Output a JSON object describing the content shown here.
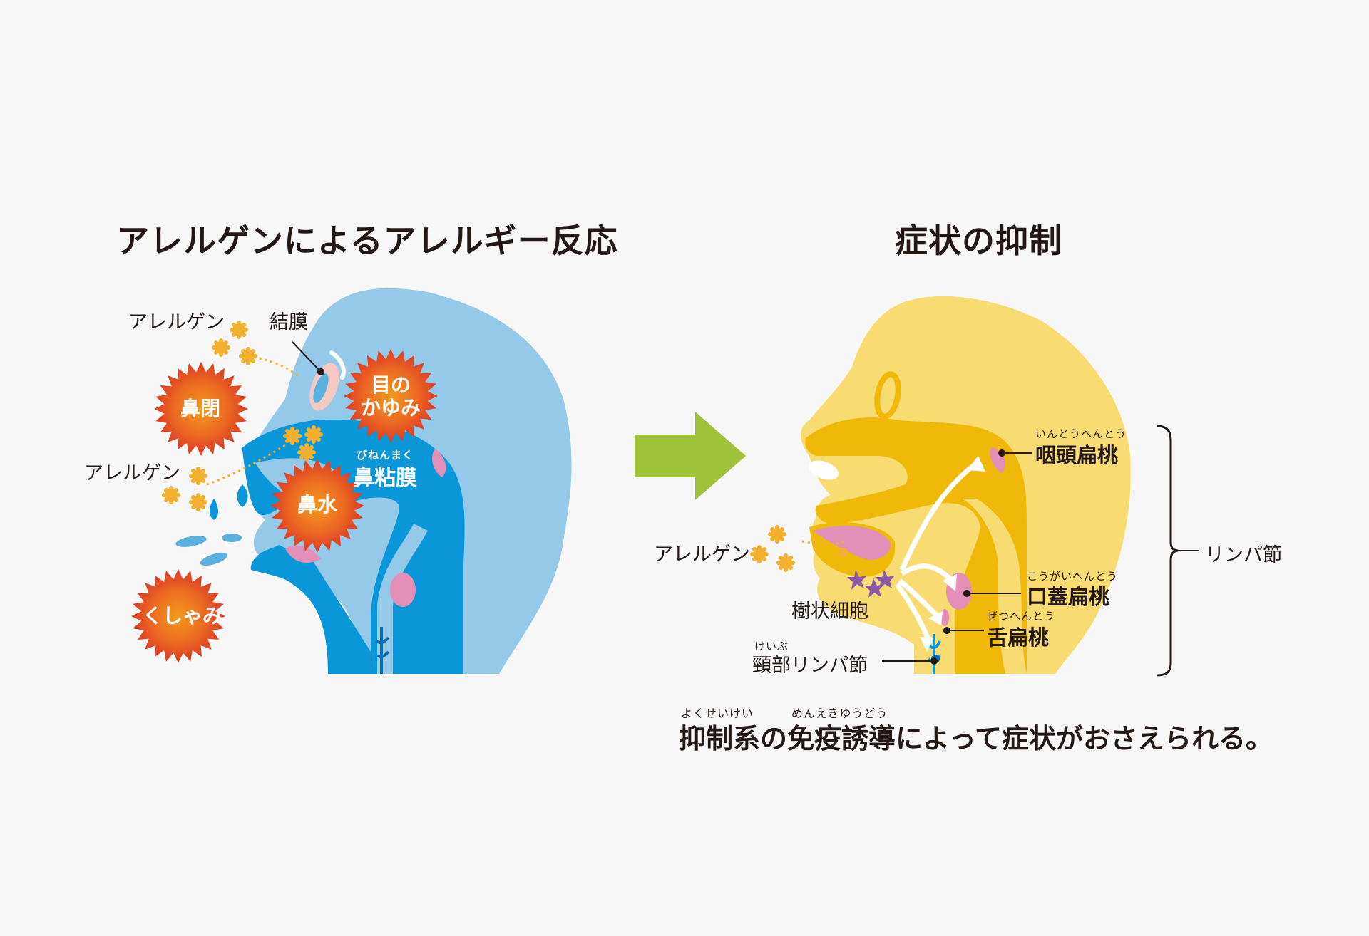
{
  "left": {
    "title": "アレルゲンによるアレルギー反応",
    "labels": {
      "allergen_top": "アレルゲン",
      "allergen_mid": "アレルゲン",
      "conjunctiva": "結膜",
      "nasal_mucosa": "鼻粘膜",
      "nasal_mucosa_ruby": "びねんまく"
    },
    "symptoms": {
      "congestion": "鼻閉",
      "itchy_eyes_1": "目の",
      "itchy_eyes_2": "かゆみ",
      "runny_nose": "鼻水",
      "sneeze": "くしゃみ"
    }
  },
  "right": {
    "title": "症状の抑制",
    "labels": {
      "allergen": "アレルゲン",
      "dendritic": "樹状細胞",
      "pharyngeal": "咽頭扁桃",
      "pharyngeal_ruby": "いんとうへんとう",
      "palatine": "口蓋扁桃",
      "palatine_ruby": "こうがいへんとう",
      "lingual": "舌扁桃",
      "lingual_ruby": "ぜつへんとう",
      "cervical": "頸部リンパ節",
      "cervical_ruby": "けいぶ",
      "lymph": "リンパ節"
    },
    "caption": "抑制系の免疫誘導によって症状がおさえられる。",
    "caption_ruby_1": "よくせいけい",
    "caption_ruby_2": "めんえきゆうどう"
  },
  "colors": {
    "left_head": "#95c9ea",
    "left_cavity": "#0a97d9",
    "right_head": "#f8dc71",
    "right_cavity": "#f0b90a",
    "pink": "#e38fb8",
    "allergen": "#f2b02e",
    "arrow": "#a0c23a",
    "burst": "#e9542a"
  }
}
